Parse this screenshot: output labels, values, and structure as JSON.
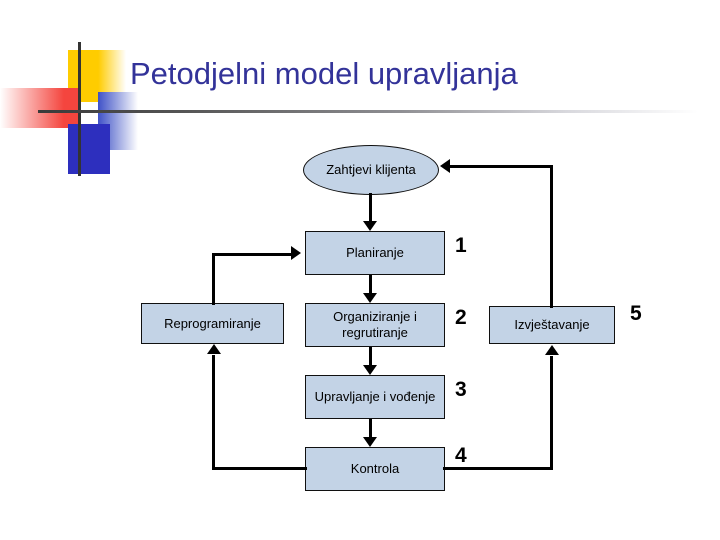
{
  "slide": {
    "title": "Petodjelni model upravljanja",
    "title_color": "#333399",
    "background_color": "#FFFFFF"
  },
  "theme": {
    "node_fill": "#C3D3E6",
    "node_border": "#101010",
    "connector_color": "#000000",
    "deco_yellow": "#FFCC00",
    "deco_red": "#F4453E",
    "deco_blue": "#2D2FBE"
  },
  "diagram": {
    "nodes": [
      {
        "id": "zahtjevi",
        "label": "Zahtjevi klijenta",
        "shape": "ellipse"
      },
      {
        "id": "planiranje",
        "label": "Planiranje",
        "shape": "rect"
      },
      {
        "id": "organiziranje",
        "label": "Organiziranje i regrutiranje",
        "shape": "rect"
      },
      {
        "id": "upravljanje",
        "label": "Upravljanje i vođenje",
        "shape": "rect"
      },
      {
        "id": "kontrola",
        "label": "Kontrola",
        "shape": "rect"
      },
      {
        "id": "reprogramiranje",
        "label": "Reprogramiranje",
        "shape": "rect"
      },
      {
        "id": "izvjestavanje",
        "label": "Izvještavanje",
        "shape": "rect"
      }
    ],
    "step_numbers": [
      {
        "id": "n1",
        "value": "1",
        "for": "planiranje"
      },
      {
        "id": "n2",
        "value": "2",
        "for": "organiziranje"
      },
      {
        "id": "n3",
        "value": "3",
        "for": "upravljanje"
      },
      {
        "id": "n4",
        "value": "4",
        "for": "kontrola"
      },
      {
        "id": "n5",
        "value": "5",
        "for": "izvjestavanje"
      }
    ]
  }
}
